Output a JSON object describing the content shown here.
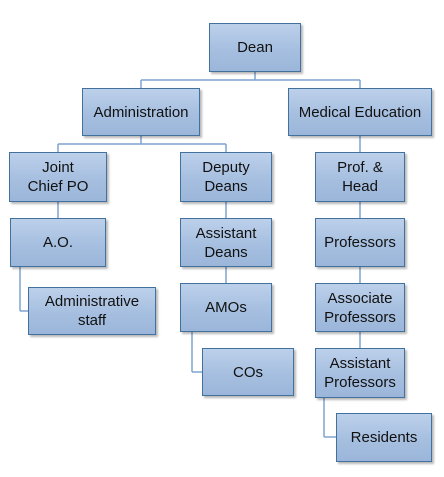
{
  "org_chart": {
    "dean": "Dean",
    "administration": "Administration",
    "medical_education": "Medical Education",
    "joint_chief_po": "Joint Chief PO",
    "deputy_deans": "Deputy Deans",
    "prof_head": "Prof. & Head",
    "ao": "A.O.",
    "assistant_deans": "Assistant Deans",
    "professors": "Professors",
    "administrative_staff": "Administrative staff",
    "amos": "AMOs",
    "associate_professors": "Associate Professors",
    "cos": "COs",
    "assistant_professors": "Assistant Professors",
    "residents": "Residents"
  },
  "colors": {
    "box_fill": "#a6bfe0",
    "box_border": "#41719c",
    "connector": "#7fa3cf"
  }
}
